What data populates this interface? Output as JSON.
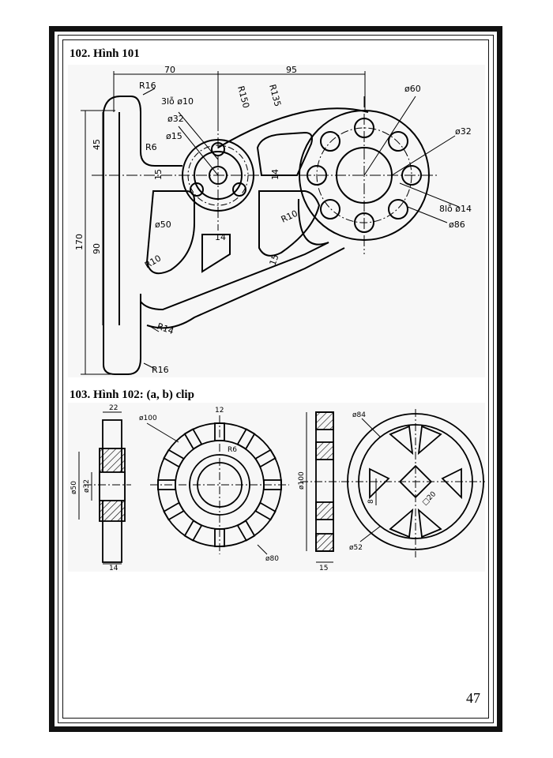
{
  "page": {
    "number": "47"
  },
  "section_102": {
    "heading": "102.  Hình 101",
    "dims": {
      "d70": "70",
      "d95": "95",
      "r16a": "R16",
      "r150": "R150",
      "r135": "R135",
      "holes3": "3lỗ  ø10",
      "d32a": "ø32",
      "d15": "ø15",
      "r6": "R6",
      "d45": "45",
      "d15b": "15",
      "d14": "14",
      "d50": "ø50",
      "d170": "170",
      "d90": "90",
      "r10a": "R10",
      "r10b": "R10",
      "d14b": "14",
      "d15c": "15",
      "r14": "R14",
      "r16b": "R16",
      "d60": "ø60",
      "d32b": "ø32",
      "holes8": "8lỗ  ø14",
      "d86": "ø86"
    }
  },
  "section_103": {
    "heading": "103.  Hình 102: (a, b) clip",
    "dims": {
      "d22": "22",
      "d50": "ø50",
      "d32": "ø32",
      "d14": "14",
      "d100a": "ø100",
      "d12": "12",
      "r6": "R6",
      "d80": "ø80",
      "d100b": "ø100",
      "d15": "15",
      "d84": "ø84",
      "d8": "8",
      "d20": "□20",
      "d52": "ø52"
    }
  }
}
